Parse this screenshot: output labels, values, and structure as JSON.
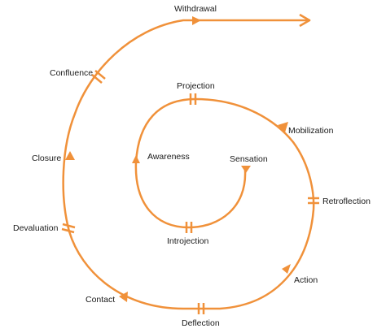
{
  "colors": {
    "line": "#F0913A",
    "text": "#1a1a1a",
    "background": "#ffffff"
  },
  "labels": {
    "withdrawal": "Withdrawal",
    "confluence": "Confluence",
    "closure": "Closure",
    "devaluation": "Devaluation",
    "contact": "Contact",
    "deflection": "Deflection",
    "action": "Action",
    "retroflection": "Retroflection",
    "mobilization": "Mobilization",
    "projection": "Projection",
    "awareness": "Awareness",
    "sensation": "Sensation",
    "introjection": "Introjection"
  }
}
